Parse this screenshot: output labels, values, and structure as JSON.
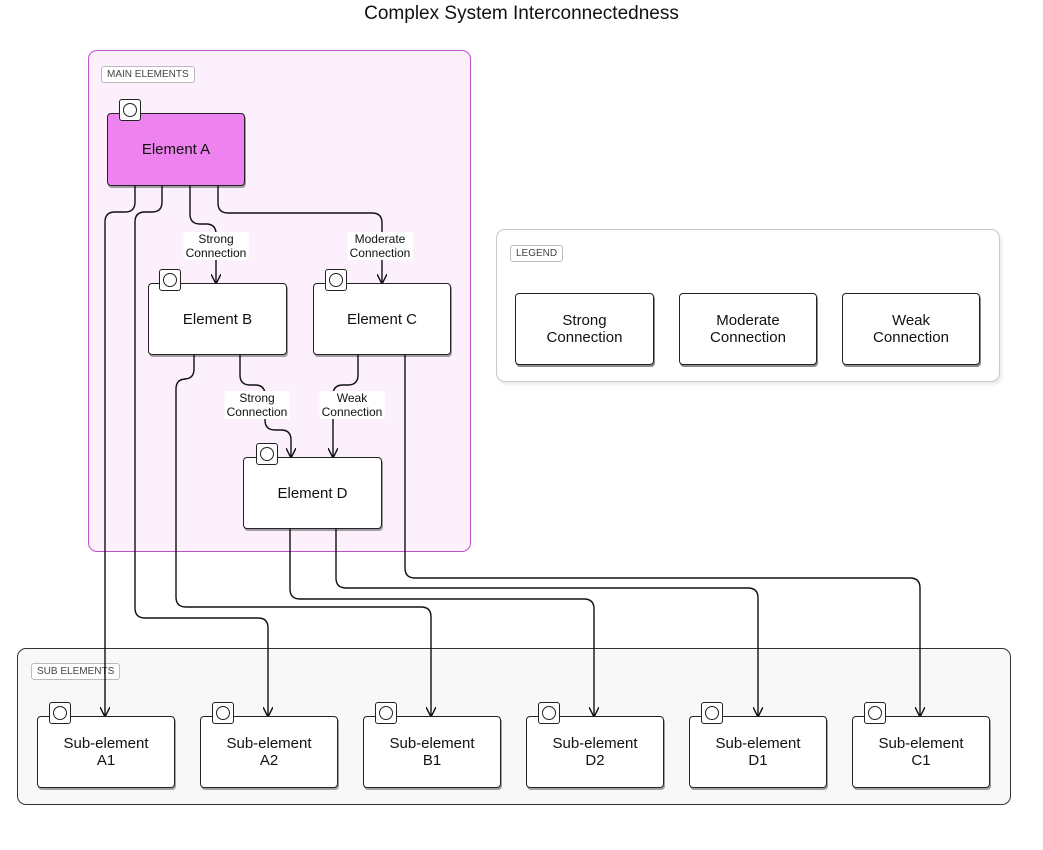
{
  "title": "Complex System Interconnectedness",
  "groups": {
    "main": "MAIN ELEMENTS",
    "legend": "LEGEND",
    "sub": "SUB ELEMENTS"
  },
  "nodes": {
    "a": "Element A",
    "b": "Element B",
    "c": "Element C",
    "d": "Element D"
  },
  "legend": {
    "strong": "Strong\nConnection",
    "moderate": "Moderate\nConnection",
    "weak": "Weak\nConnection"
  },
  "subs": {
    "a1": "Sub-element\nA1",
    "a2": "Sub-element\nA2",
    "b1": "Sub-element\nB1",
    "d2": "Sub-element\nD2",
    "d1": "Sub-element\nD1",
    "c1": "Sub-element\nC1"
  },
  "edge_labels": {
    "ab": "Strong\nConnection",
    "ac": "Moderate\nConnection",
    "bd": "Strong\nConnection",
    "cd": "Weak\nConnection"
  },
  "colors": {
    "highlight": "#ee82ee",
    "main_group_border": "#c052c8",
    "main_group_fill": "#fbf0fc"
  },
  "icons": {
    "node": "node-circle-icon"
  }
}
